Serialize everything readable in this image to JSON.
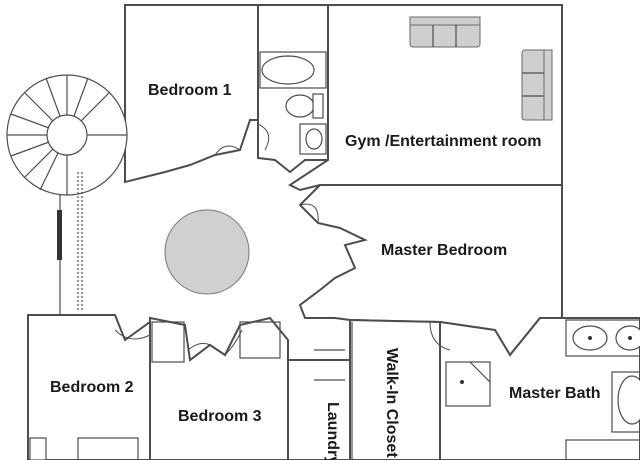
{
  "rooms": {
    "bedroom1": "Bedroom 1",
    "gym": "Gym /Entertainment room",
    "master_bedroom": "Master Bedroom",
    "bedroom2": "Bedroom 2",
    "bedroom3": "Bedroom 3",
    "laundry": "Laundry",
    "walk_in_closet": "Walk-In Closet",
    "master_bath": "Master Bath"
  },
  "colors": {
    "wall": "#4d4d4d",
    "furniture": "#cfcfcf",
    "background": "#ffffff"
  }
}
